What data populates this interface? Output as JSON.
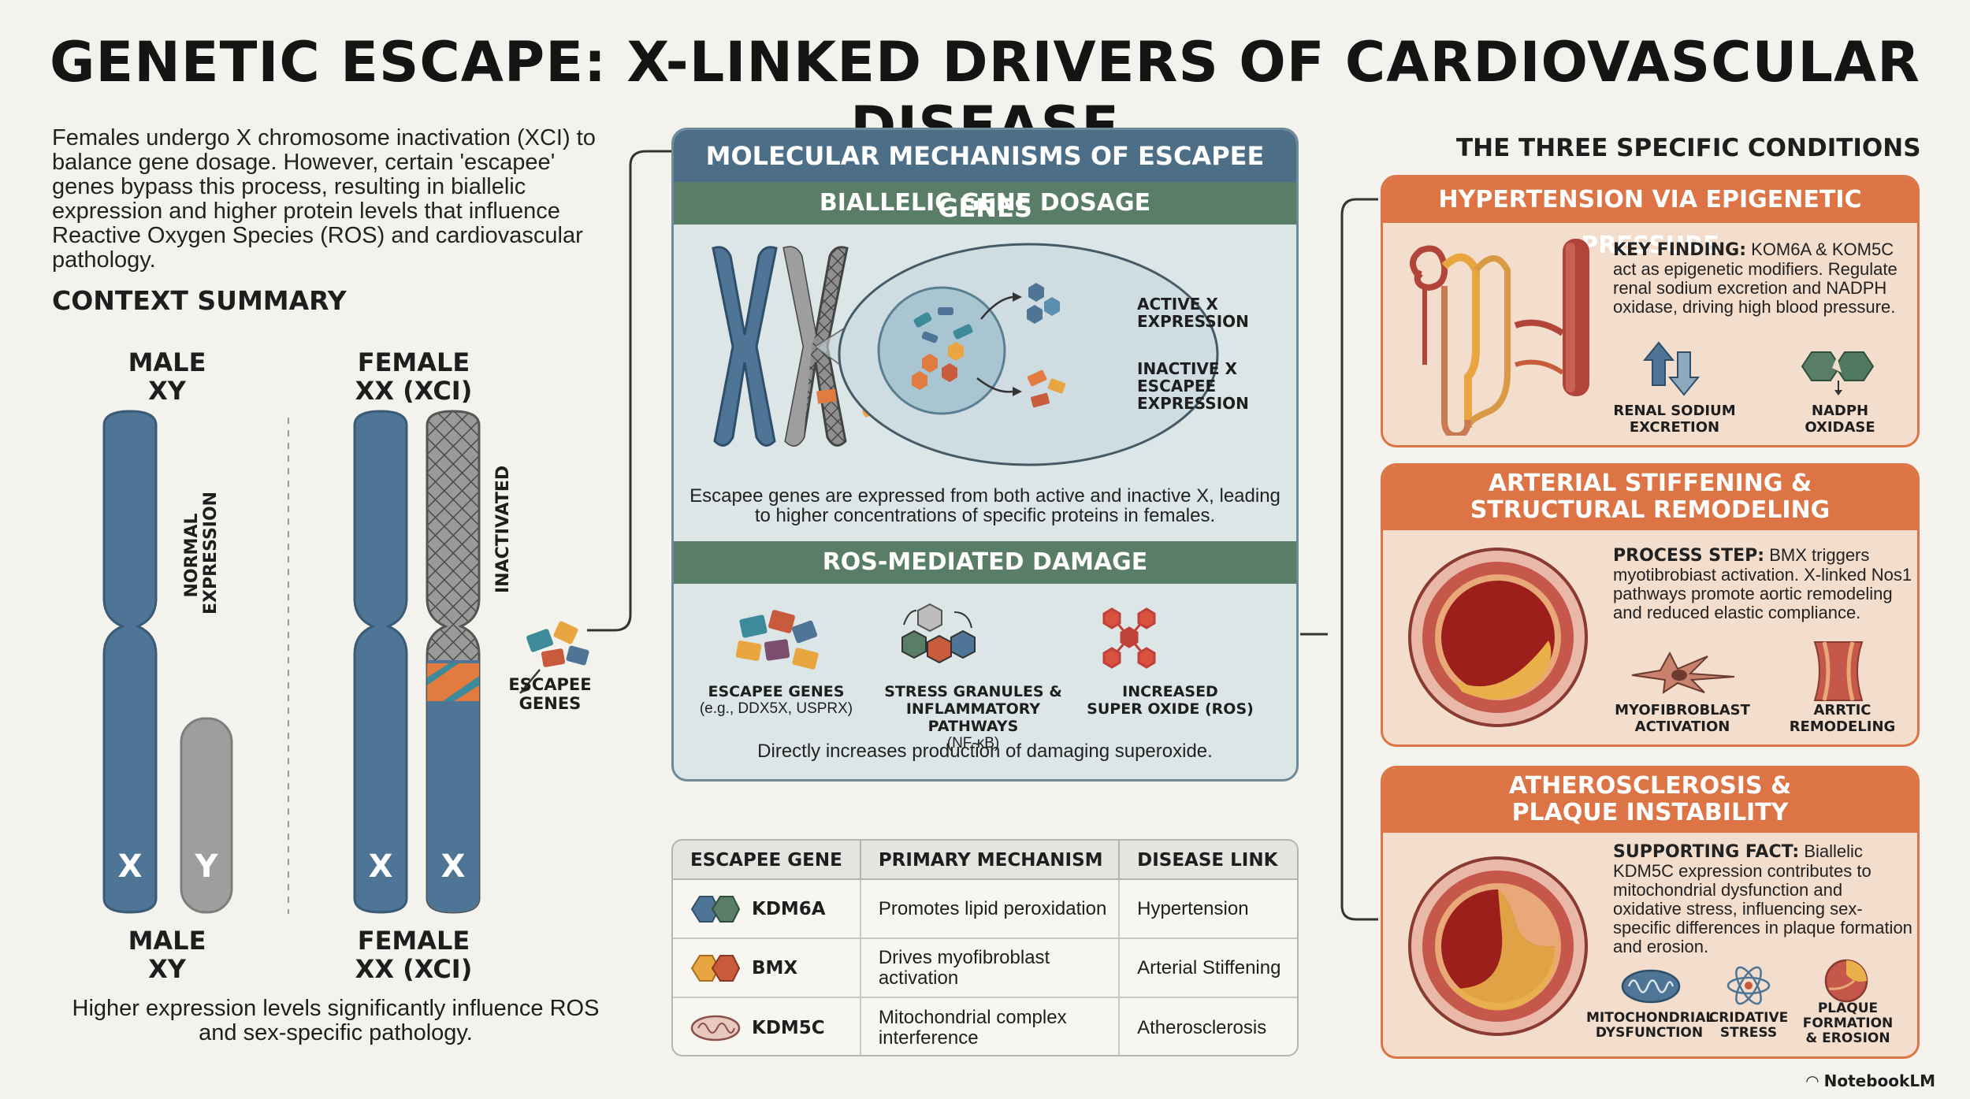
{
  "title": "GENETIC ESCAPE: X-LINKED DRIVERS OF CARDIOVASCULAR DISEASE",
  "intro": "Females undergo X chromosome inactivation (XCI) to balance gene dosage. However, certain 'escapee' genes bypass this process, resulting in biallelic expression and higher protein levels that influence Reactive Oxygen Species (ROS) and cardiovascular pathology.",
  "context": {
    "heading": "CONTEXT SUMMARY",
    "male_top": [
      "MALE",
      "XY"
    ],
    "female_top": [
      "FEMALE",
      "XX (XCI)"
    ],
    "male_bottom": [
      "MALE",
      "XY"
    ],
    "female_bottom": [
      "FEMALE",
      "XX (XCI)"
    ],
    "normal_expression": [
      "NORMAL",
      "EXPRESSION"
    ],
    "inactivated": "INACTIVATED",
    "letter_x": "X",
    "letter_y": "Y",
    "escapee_genes": [
      "ESCAPEE",
      "GENES"
    ],
    "bottom_note": "Higher expression levels significantly influence ROS and sex-specific pathology."
  },
  "mechanisms": {
    "heading": "MOLECULAR MECHANISMS OF ESCAPEE GENES",
    "biallelic": {
      "heading": "BIALLELIC GENE DOSAGE",
      "active_label": [
        "ACTIVE X",
        "EXPRESSION"
      ],
      "inactive_label": [
        "INACTIVE X",
        "ESCAPEE",
        "EXPRESSION"
      ],
      "caption": [
        "Escapee genes are expressed from both active and inactive X, leading",
        "to higher concentrations of specific proteins in females."
      ]
    },
    "ros": {
      "heading": "ROS-MEDIATED DAMAGE",
      "items": [
        {
          "label": [
            "ESCAPEE GENES",
            "(e.g., DDX5X, USPRX)"
          ]
        },
        {
          "label": [
            "STRESS GRANULES &",
            "INFLAMMATORY PATHWAYS",
            "(NF-κB)"
          ]
        },
        {
          "label": [
            "INCREASED",
            "SUPER OXIDE (ROS)"
          ]
        }
      ],
      "caption": "Directly increases production of damaging superoxide."
    }
  },
  "table": {
    "headers": [
      "ESCAPEE GENE",
      "PRIMARY MECHANISM",
      "DISEASE LINK"
    ],
    "rows": [
      {
        "gene": "KDM6A",
        "mechanism": "Promotes lipid peroxidation",
        "disease": "Hypertension"
      },
      {
        "gene": "BMX",
        "mechanism": "Drives myofibroblast activation",
        "disease": "Arterial Stiffening"
      },
      {
        "gene": "KDM5C",
        "mechanism": "Mitochondrial complex interference",
        "disease": "Atherosclerosis"
      }
    ]
  },
  "conditions": {
    "heading": "THE THREE SPECIFIC CONDITIONS",
    "cards": [
      {
        "title": [
          "HYPERTENSION VIA EPIGENETIC PRESSURE"
        ],
        "lead": "KEY FINDING:",
        "text": "KOM6A & KOM5C act as epigenetic modifiers. Regulate renal sodium excretion and NADPH oxidase, driving high blood pressure.",
        "icons": [
          [
            "RENAL SODIUM",
            "EXCRETION"
          ],
          [
            "NADPH",
            "OXIDASE"
          ]
        ]
      },
      {
        "title": [
          "ARTERIAL STIFFENING &",
          "STRUCTURAL REMODELING"
        ],
        "lead": "PROCESS STEP:",
        "text": "BMX triggers myotibrobiast activation. X-linked Nos1 pathways promote aortic remodeling and reduced elastic compliance.",
        "icons": [
          [
            "MYOFIBROBLAST",
            "ACTIVATION"
          ],
          [
            "ARRTIC",
            "REMODELING"
          ]
        ]
      },
      {
        "title": [
          "ATHEROSCLEROSIS &",
          "PLAQUE INSTABILITY"
        ],
        "lead": "SUPPORTING FACT:",
        "text": "Biallelic KDM5C expression contributes to mitochondrial dysfunction and oxidative stress, influencing sex-specific differences in plaque formation and erosion.",
        "icons": [
          [
            "MITOCHONDRIAL",
            "DYSFUNCTION"
          ],
          [
            "CRIDATIVE",
            "STRESS"
          ],
          [
            "PLAQUE",
            "FORMATION",
            "& EROSION"
          ]
        ]
      }
    ]
  },
  "brand": "NotebookLM",
  "colors": {
    "chromosome_blue": "#4f7596",
    "chromosome_gray": "#9e9e9e",
    "header_blue": "#4d6e87",
    "header_green": "#5a7d67",
    "card_orange": "#dd7446",
    "card_bg": "#f3ddcd"
  }
}
